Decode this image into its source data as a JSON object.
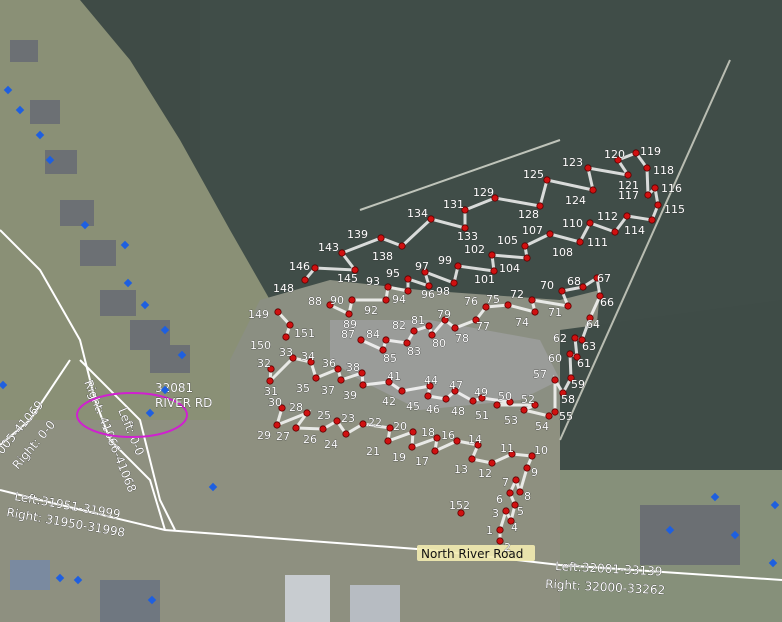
{
  "colors": {
    "water": "#3e4a45",
    "land": "#8f9478",
    "lot": "#9a9a98",
    "road": "#ffffff",
    "point": "#d01010",
    "point_stroke": "#5a0000",
    "house_marker": "#1e5fe0",
    "highlight": "#d020d0",
    "road_label_bg": "#f3ecb0"
  },
  "address": {
    "number": "32081",
    "street": "RIVER RD"
  },
  "road": {
    "name": "North River Road"
  },
  "range_labels": {
    "east_left": "Left:32001-33139",
    "east_right": "Right: 32000-33262",
    "west_left": "Left:31951-31999",
    "west_right": "Right: 31950-31998",
    "cross_left": "Left: 0-0",
    "cross_right": "Right: 41066-41068",
    "far_left": "005-41069",
    "far_right": "Right: 0-0"
  },
  "point_labels": [
    "1",
    "2",
    "3",
    "4",
    "5",
    "6",
    "7",
    "8",
    "9",
    "10",
    "11",
    "12",
    "13",
    "14",
    "16",
    "17",
    "18",
    "19",
    "20",
    "21",
    "22",
    "23",
    "24",
    "25",
    "26",
    "27",
    "28",
    "29",
    "30",
    "31",
    "32",
    "33",
    "34",
    "35",
    "36",
    "37",
    "38",
    "39",
    "41",
    "42",
    "44",
    "45",
    "46",
    "47",
    "48",
    "49",
    "50",
    "51",
    "52",
    "53",
    "54",
    "55",
    "57",
    "58",
    "59",
    "60",
    "61",
    "62",
    "63",
    "64",
    "66",
    "67",
    "68",
    "70",
    "71",
    "72",
    "74",
    "75",
    "76",
    "77",
    "78",
    "79",
    "80",
    "81",
    "82",
    "83",
    "84",
    "85",
    "87",
    "88",
    "89",
    "90",
    "92",
    "93",
    "94",
    "95",
    "96",
    "97",
    "98",
    "99",
    "101",
    "102",
    "104",
    "105",
    "107",
    "108",
    "110",
    "111",
    "112",
    "114",
    "115",
    "116",
    "117",
    "118",
    "119",
    "120",
    "121",
    "123",
    "124",
    "125",
    "128",
    "129",
    "131",
    "133",
    "134",
    "138",
    "139",
    "143",
    "145",
    "146",
    "148",
    "149",
    "150",
    "151",
    "152"
  ]
}
